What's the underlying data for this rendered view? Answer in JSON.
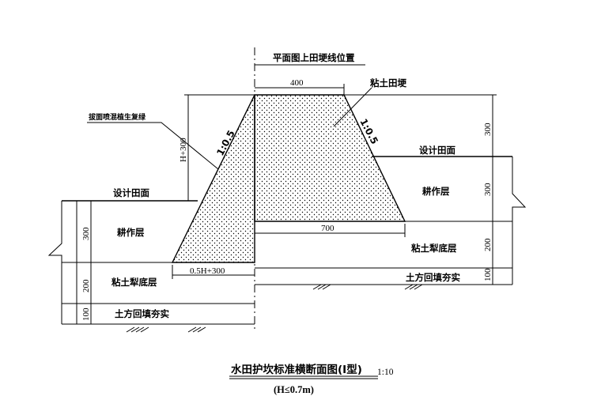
{
  "labels": {
    "plan_position": "平面图上田埂线位置",
    "clay_ridge": "粘土田埂",
    "slope_planting": "拔面喷混植生复绿",
    "slope_left": "1:0.5",
    "slope_right": "1:0.5",
    "design_surface_left": "设计田面",
    "design_surface_right": "设计田面",
    "plough_layer_left": "耕作层",
    "plough_layer_right": "耕作层",
    "plough_pan_left": "粘土犁底层",
    "plough_pan_right": "粘土犁底层",
    "backfill_left": "土方回填夯实",
    "backfill_right": "土方回填夯实"
  },
  "dimensions": {
    "top_width": "400",
    "ridge_height": "H+300",
    "base_extension_right": "700",
    "base_extension_left": "0.5H+300",
    "right_300_top": "300",
    "right_300": "300",
    "right_200": "200",
    "right_100": "100",
    "left_300": "300",
    "left_200": "200",
    "left_100": "100"
  },
  "title": {
    "main": "水田护坎标准横断面图(Ⅰ型)",
    "scale": "1:10",
    "subtitle": "(H≤0.7m)"
  }
}
